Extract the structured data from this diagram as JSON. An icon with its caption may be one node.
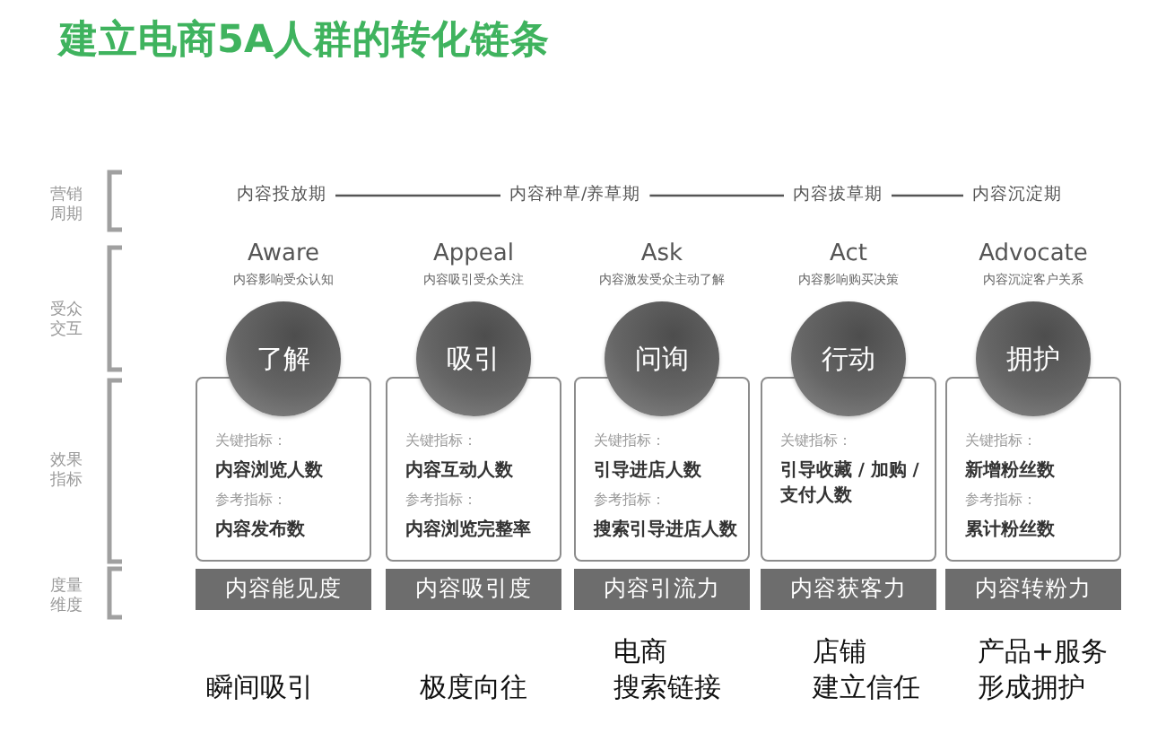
{
  "diagram": {
    "title": "建立电商5A人群的转化链条",
    "nodes": [
      {
        "text": [
          "内容投放期"
        ]
      },
      {
        "text": [
          "内容种草/养草期"
        ]
      },
      {
        "text": [
          "内容拔草期"
        ]
      },
      {
        "text": [
          "内容沉淀期"
        ]
      },
      {
        "text": [
          "了解"
        ],
        "beside": [
          "Aware",
          "内容影响受众认知"
        ]
      },
      {
        "text": [
          "吸引"
        ],
        "beside": [
          "Appeal",
          "内容吸引受众关注"
        ]
      },
      {
        "text": [
          "问询"
        ],
        "beside": [
          "Ask",
          "内容激发受众主动了解"
        ]
      },
      {
        "text": [
          "行动"
        ],
        "beside": [
          "Act",
          "内容影响购买决策"
        ]
      },
      {
        "text": [
          "拥护"
        ],
        "beside": [
          "Advocate",
          "内容沉淀客户关系"
        ]
      },
      {
        "text": [
          "关键指标：",
          "内容浏览人数",
          "参考指标：",
          "内容发布数"
        ]
      },
      {
        "text": [
          "关键指标：",
          "内容互动人数",
          "参考指标：",
          "内容浏览完整率"
        ]
      },
      {
        "text": [
          "关键指标：",
          "引导进店人数",
          "参考指标：",
          "搜索引导进店人数"
        ]
      },
      {
        "text": [
          "关键指标：",
          "引导收藏 / 加购 / 支付人数"
        ]
      },
      {
        "text": [
          "关键指标：",
          "新增粉丝数",
          "参考指标：",
          "累计粉丝数"
        ]
      },
      {
        "text": [
          "内容能见度"
        ]
      },
      {
        "text": [
          "内容吸引度"
        ]
      },
      {
        "text": [
          "内容引流力"
        ]
      },
      {
        "text": [
          "内容获客力"
        ]
      },
      {
        "text": [
          "内容转粉力"
        ]
      }
    ],
    "edges": [
      {
        "from": 0,
        "to": 1,
        "arrow": "none"
      },
      {
        "from": 1,
        "to": 2,
        "arrow": "none"
      },
      {
        "from": 2,
        "to": 3,
        "arrow": "none"
      }
    ],
    "labels": [
      "营销周期",
      "受众交互",
      "效果指标",
      "度量维度",
      "瞬间吸引",
      "极度向往",
      "电商",
      "搜索链接",
      "店铺",
      "建立信任",
      "产品+服务",
      "形成拥护"
    ]
  }
}
